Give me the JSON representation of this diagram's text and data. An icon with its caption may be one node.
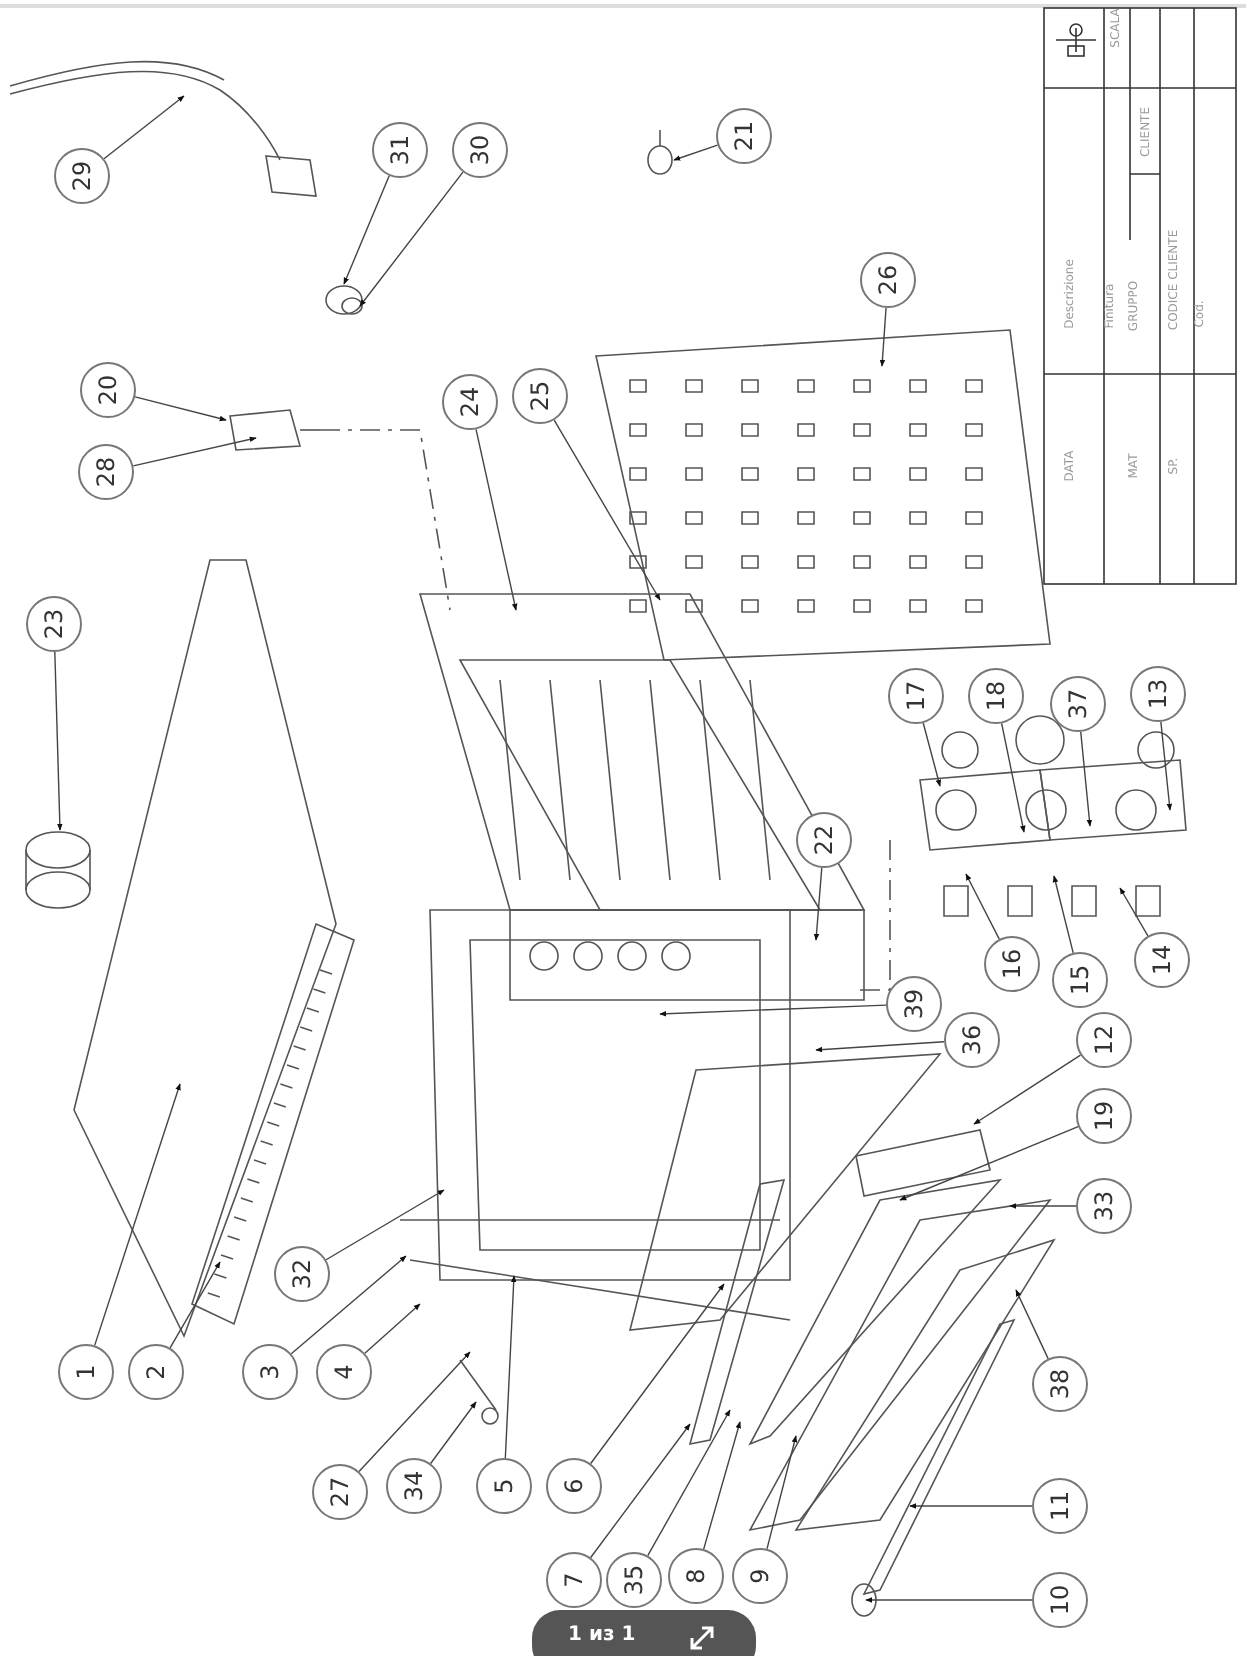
{
  "diagram": {
    "nodes": [
      {
        "text": [
          "29"
        ]
      },
      {
        "text": [
          "31"
        ]
      },
      {
        "text": [
          "30"
        ]
      },
      {
        "text": [
          "21"
        ]
      },
      {
        "text": [
          "26"
        ]
      },
      {
        "text": [
          "20"
        ]
      },
      {
        "text": [
          "28"
        ]
      },
      {
        "text": [
          "24"
        ]
      },
      {
        "text": [
          "25"
        ]
      },
      {
        "text": [
          "23"
        ]
      },
      {
        "text": [
          "17"
        ]
      },
      {
        "text": [
          "18"
        ]
      },
      {
        "text": [
          "37"
        ]
      },
      {
        "text": [
          "13"
        ]
      },
      {
        "text": [
          "22"
        ]
      },
      {
        "text": [
          "16"
        ]
      },
      {
        "text": [
          "15"
        ]
      },
      {
        "text": [
          "14"
        ]
      },
      {
        "text": [
          "39"
        ]
      },
      {
        "text": [
          "36"
        ]
      },
      {
        "text": [
          "12"
        ]
      },
      {
        "text": [
          "19"
        ]
      },
      {
        "text": [
          "33"
        ]
      },
      {
        "text": [
          "32"
        ]
      },
      {
        "text": [
          "1"
        ]
      },
      {
        "text": [
          "2"
        ]
      },
      {
        "text": [
          "3"
        ]
      },
      {
        "text": [
          "4"
        ]
      },
      {
        "text": [
          "38"
        ]
      },
      {
        "text": [
          "27"
        ]
      },
      {
        "text": [
          "34"
        ]
      },
      {
        "text": [
          "5"
        ]
      },
      {
        "text": [
          "6"
        ]
      },
      {
        "text": [
          "11"
        ]
      },
      {
        "text": [
          "7"
        ]
      },
      {
        "text": [
          "35"
        ]
      },
      {
        "text": [
          "8"
        ]
      },
      {
        "text": [
          "9"
        ]
      },
      {
        "text": [
          "10"
        ]
      }
    ],
    "edges": [
      {
        "from": 0,
        "to": null,
        "arrow": "to"
      },
      {
        "from": 1,
        "to": null,
        "arrow": "to"
      },
      {
        "from": 2,
        "to": null,
        "arrow": "to"
      },
      {
        "from": 3,
        "to": null,
        "arrow": "to"
      },
      {
        "from": 4,
        "to": null,
        "arrow": "to"
      },
      {
        "from": 5,
        "to": null,
        "arrow": "to"
      },
      {
        "from": 6,
        "to": null,
        "arrow": "to"
      },
      {
        "from": 7,
        "to": null,
        "arrow": "to"
      },
      {
        "from": 8,
        "to": null,
        "arrow": "to"
      },
      {
        "from": 9,
        "to": null,
        "arrow": "to"
      },
      {
        "from": 10,
        "to": null,
        "arrow": "to"
      },
      {
        "from": 11,
        "to": null,
        "arrow": "to"
      },
      {
        "from": 12,
        "to": null,
        "arrow": "to"
      },
      {
        "from": 13,
        "to": null,
        "arrow": "to"
      },
      {
        "from": 14,
        "to": null,
        "arrow": "to"
      },
      {
        "from": 15,
        "to": null,
        "arrow": "to"
      },
      {
        "from": 16,
        "to": null,
        "arrow": "to"
      },
      {
        "from": 17,
        "to": null,
        "arrow": "to"
      },
      {
        "from": 18,
        "to": null,
        "arrow": "to"
      },
      {
        "from": 19,
        "to": null,
        "arrow": "to"
      },
      {
        "from": 20,
        "to": null,
        "arrow": "to"
      },
      {
        "from": 21,
        "to": null,
        "arrow": "to"
      },
      {
        "from": 22,
        "to": null,
        "arrow": "to"
      },
      {
        "from": 23,
        "to": null,
        "arrow": "to"
      },
      {
        "from": 24,
        "to": null,
        "arrow": "to"
      },
      {
        "from": 25,
        "to": null,
        "arrow": "to"
      },
      {
        "from": 26,
        "to": null,
        "arrow": "to"
      },
      {
        "from": 27,
        "to": null,
        "arrow": "to"
      },
      {
        "from": 28,
        "to": null,
        "arrow": "to"
      },
      {
        "from": 29,
        "to": null,
        "arrow": "to"
      },
      {
        "from": 30,
        "to": null,
        "arrow": "to"
      },
      {
        "from": 31,
        "to": null,
        "arrow": "to"
      },
      {
        "from": 32,
        "to": null,
        "arrow": "to"
      },
      {
        "from": 33,
        "to": null,
        "arrow": "to"
      },
      {
        "from": 34,
        "to": null,
        "arrow": "to"
      },
      {
        "from": 35,
        "to": null,
        "arrow": "to"
      },
      {
        "from": 36,
        "to": null,
        "arrow": "to"
      },
      {
        "from": 37,
        "to": null,
        "arrow": "to"
      },
      {
        "from": 38,
        "to": null,
        "arrow": "to"
      }
    ],
    "labels": [
      "SCALA",
      "CLIENTE",
      "Descrizione",
      "DATA",
      "Finitura",
      "GRUPPO",
      "MAT",
      "CODICE CLIENTE",
      "SP.",
      "Cod.",
      "1 из 1"
    ]
  }
}
